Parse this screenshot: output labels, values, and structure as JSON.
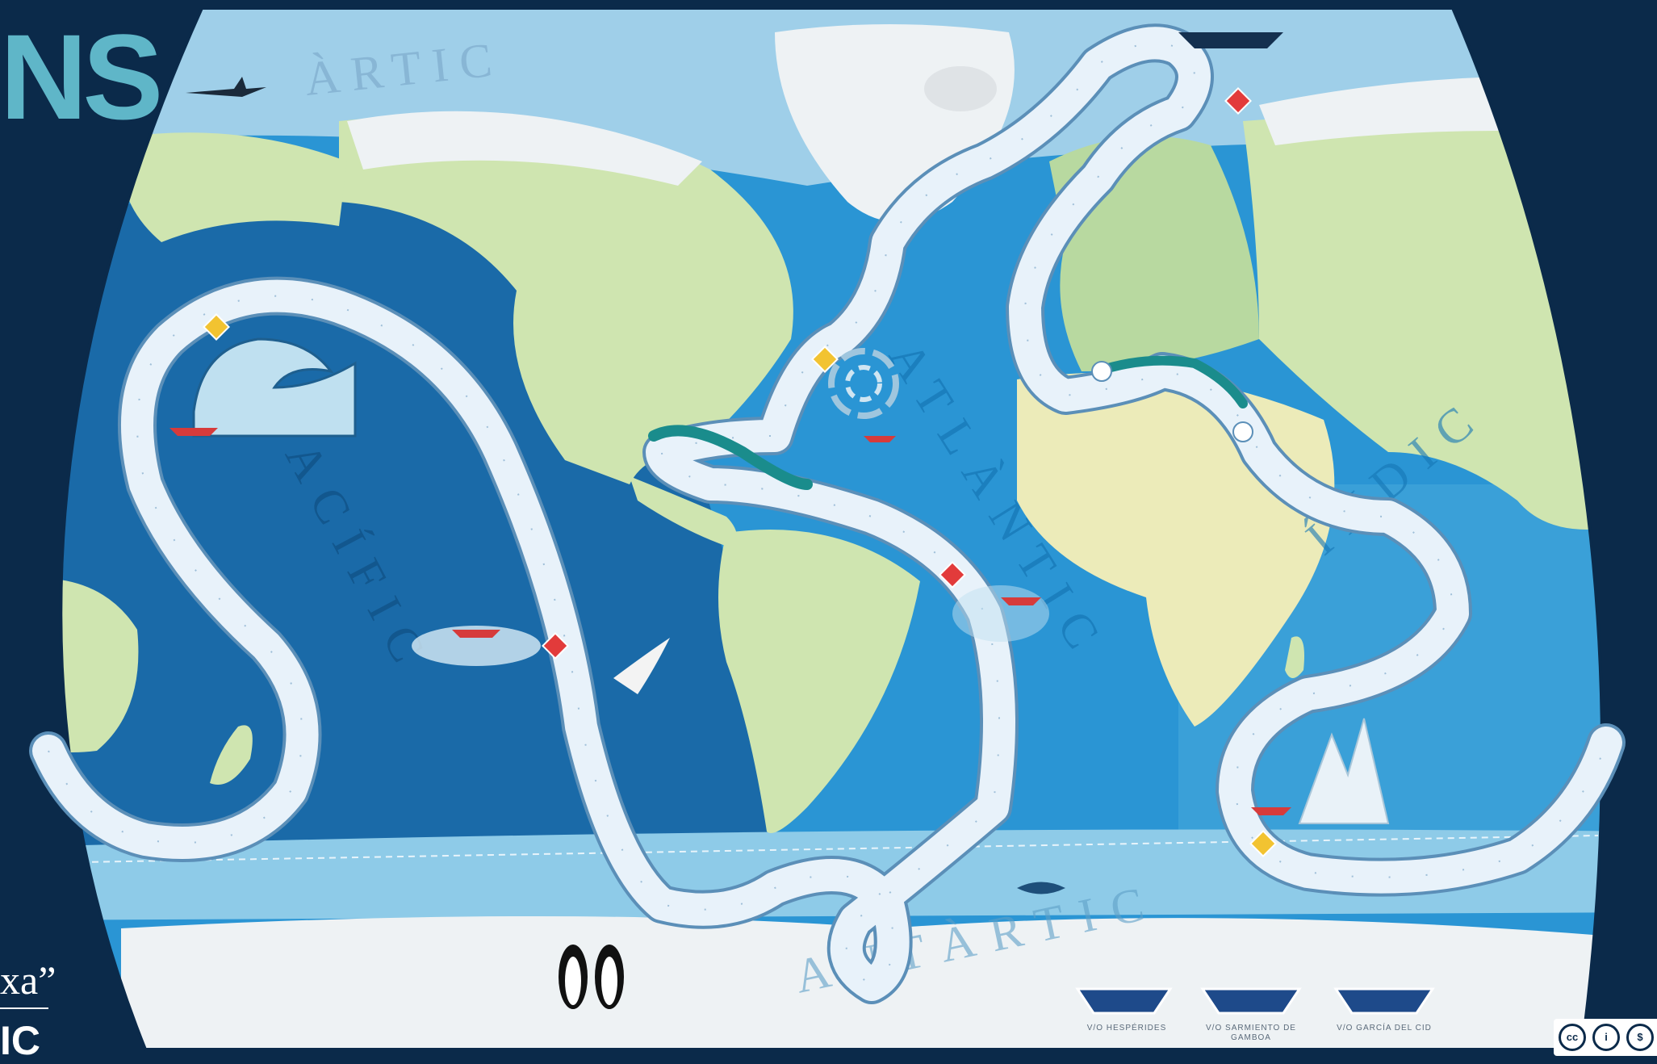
{
  "title": "NS",
  "side_texts": [
    "xa”",
    "IC"
  ],
  "oceans": {
    "arctic_top": "ÀRTIC",
    "pacific": "PACÍFIC",
    "atlantic": "ATLÀNTIC",
    "indian": "ÍNDIC",
    "antarctic": "ANTÀRTIC"
  },
  "ships": [
    {
      "name": "V/O HESPÉRIDES"
    },
    {
      "name": "V/O SARMIENTO DE GAMBOA"
    },
    {
      "name": "V/O GARCÍA DEL CID"
    }
  ],
  "license": "cc by nc sa",
  "colors": {
    "frame": "#0b2a4a",
    "deep_ocean": "#1a6aa8",
    "mid_ocean": "#2a95d4",
    "shallow_ocean": "#5fb3df",
    "southern_ocean": "#8ecbe8",
    "land": "#cfe5b0",
    "ice": "#eef2f4",
    "path": "#e8f2fa",
    "path_outline": "#5b8fb8",
    "hazard_yellow": "#f2c331",
    "hazard_red": "#e23b3b",
    "logo": "#5fb6c8"
  },
  "icons": [
    "plane-icon",
    "polar-bear-icon",
    "penguin-icon",
    "albatross-icon",
    "whale-icon",
    "wave-icon",
    "hurricane-icon",
    "iceberg-icon",
    "fish-school-icon",
    "research-ship-icon",
    "hazard-sign-icon"
  ]
}
